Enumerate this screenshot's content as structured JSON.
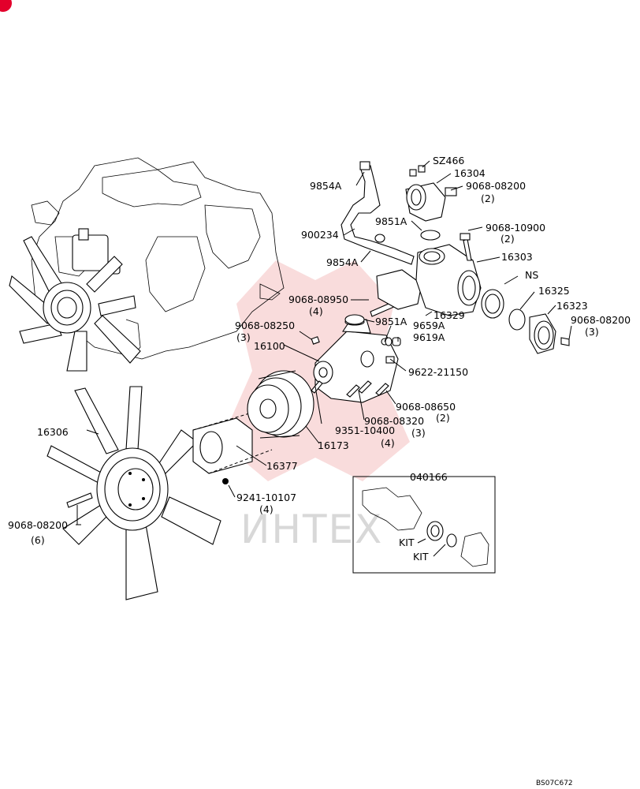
{
  "diagram_code": "BS07C672",
  "watermark": "ИНТЕХ",
  "kit_box_title": "040166",
  "parts": [
    {
      "id": "sz466",
      "text": "SZ466"
    },
    {
      "id": "p16304",
      "text": "16304"
    },
    {
      "id": "p9854a_top",
      "text": "9854A"
    },
    {
      "id": "p9068_08200_a",
      "text": "9068-08200"
    },
    {
      "id": "q2_a",
      "text": "(2)"
    },
    {
      "id": "p9851a_top",
      "text": "9851A"
    },
    {
      "id": "p900234",
      "text": "900234"
    },
    {
      "id": "p9068_10900",
      "text": "9068-10900"
    },
    {
      "id": "q2_b",
      "text": "(2)"
    },
    {
      "id": "p9854a_bot",
      "text": "9854A"
    },
    {
      "id": "p16303",
      "text": "16303"
    },
    {
      "id": "ns",
      "text": "NS"
    },
    {
      "id": "p16325",
      "text": "16325"
    },
    {
      "id": "p9068_08950",
      "text": "9068-08950"
    },
    {
      "id": "q4_a",
      "text": "(4)"
    },
    {
      "id": "p16329",
      "text": "16329"
    },
    {
      "id": "p16323",
      "text": "16323"
    },
    {
      "id": "p9068_08200_b",
      "text": "9068-08200"
    },
    {
      "id": "q3_b",
      "text": "(3)"
    },
    {
      "id": "p9068_08250",
      "text": "9068-08250"
    },
    {
      "id": "q3_a",
      "text": "(3)"
    },
    {
      "id": "p9851a_mid",
      "text": "9851A"
    },
    {
      "id": "p9659a",
      "text": "9659A"
    },
    {
      "id": "p9619a",
      "text": "9619A"
    },
    {
      "id": "p16100",
      "text": "16100"
    },
    {
      "id": "p9622_21150",
      "text": "9622-21150"
    },
    {
      "id": "p9068_08650",
      "text": "9068-08650"
    },
    {
      "id": "q2_c",
      "text": "(2)"
    },
    {
      "id": "p9068_08320",
      "text": "9068-08320"
    },
    {
      "id": "q3_c",
      "text": "(3)"
    },
    {
      "id": "p9351_10400",
      "text": "9351-10400"
    },
    {
      "id": "q4_b",
      "text": "(4)"
    },
    {
      "id": "p16306",
      "text": "16306"
    },
    {
      "id": "p16173",
      "text": "16173"
    },
    {
      "id": "p16377",
      "text": "16377"
    },
    {
      "id": "p9241_10107",
      "text": "9241-10107"
    },
    {
      "id": "q4_c",
      "text": "(4)"
    },
    {
      "id": "p9068_08200_c",
      "text": "9068-08200"
    },
    {
      "id": "q6",
      "text": "(6)"
    },
    {
      "id": "kit1",
      "text": "KIT"
    },
    {
      "id": "kit2",
      "text": "KIT"
    }
  ]
}
